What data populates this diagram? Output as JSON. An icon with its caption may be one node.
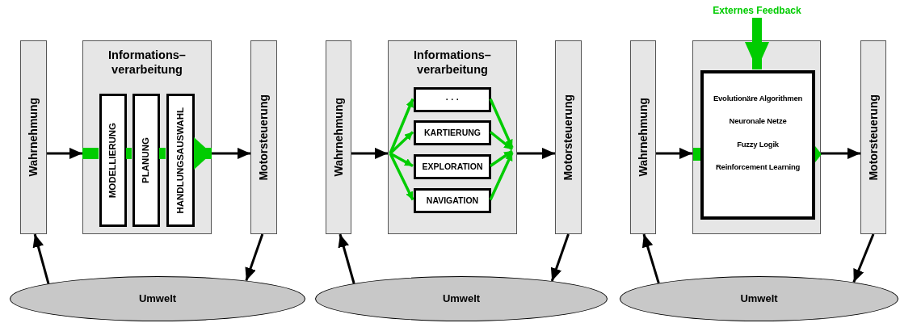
{
  "diagram": {
    "nodes": [
      {
        "text": [
          "Wahrnehmung"
        ]
      },
      {
        "text": [
          "Informations– verarbeitung"
        ]
      },
      {
        "text": [
          "MODELLIERUNG"
        ],
        "in": 1
      },
      {
        "text": [
          "PLANUNG"
        ],
        "in": 1
      },
      {
        "text": [
          "HANDLUNGSAUSWAHL"
        ],
        "in": 1
      },
      {
        "text": [
          "Motorsteuerung"
        ]
      },
      {
        "text": [
          "Umwelt"
        ]
      },
      {
        "text": [
          "Wahrnehmung"
        ]
      },
      {
        "text": [
          "Informations– verarbeitung"
        ]
      },
      {
        "text": [
          "· · ·"
        ],
        "in": 8
      },
      {
        "text": [
          "KARTIERUNG"
        ],
        "in": 8
      },
      {
        "text": [
          "EXPLORATION"
        ],
        "in": 8
      },
      {
        "text": [
          "NAVIGATION"
        ],
        "in": 8
      },
      {
        "text": [
          "Motorsteuerung"
        ]
      },
      {
        "text": [
          "Umwelt"
        ]
      },
      {
        "text": [
          "Externes Feedback"
        ]
      },
      {
        "text": [
          "Wahrnehmung"
        ]
      },
      {
        "text": [],
        "shape": "box"
      },
      {
        "text": [
          "Evolutionäre Algorithmen",
          "Neuronale Netze",
          "Fuzzy Logik",
          "Reinforcement Learning"
        ],
        "in": 17
      },
      {
        "text": [
          "Motorsteuerung"
        ]
      },
      {
        "text": [
          "Umwelt"
        ]
      }
    ],
    "edges": [
      {
        "from": 0,
        "to": 1,
        "arrow": "to",
        "color": "#000000"
      },
      {
        "from": 1,
        "to": 5,
        "arrow": "to",
        "color": "#000000"
      },
      {
        "from": 6,
        "to": 0,
        "arrow": "to",
        "color": "#000000"
      },
      {
        "from": 5,
        "to": 6,
        "arrow": "to",
        "color": "#000000"
      },
      {
        "from": 7,
        "to": 8,
        "arrow": "to",
        "color": "#000000"
      },
      {
        "from": 8,
        "to": 13,
        "arrow": "to",
        "color": "#000000"
      },
      {
        "from": 14,
        "to": 7,
        "arrow": "to",
        "color": "#000000"
      },
      {
        "from": 13,
        "to": 14,
        "arrow": "to",
        "color": "#000000"
      },
      {
        "from": null,
        "to": 9,
        "arrow": "to"
      },
      {
        "from": null,
        "to": 10,
        "arrow": "to"
      },
      {
        "from": null,
        "to": 11,
        "arrow": "to"
      },
      {
        "from": null,
        "to": 12,
        "arrow": "to"
      },
      {
        "from": 9,
        "to": null,
        "arrow": "to"
      },
      {
        "from": 10,
        "to": null,
        "arrow": "to"
      },
      {
        "from": 11,
        "to": null,
        "arrow": "to"
      },
      {
        "from": 12,
        "to": null,
        "arrow": "to"
      },
      {
        "from": 16,
        "to": 17,
        "arrow": "to",
        "color": "#000000"
      },
      {
        "from": 17,
        "to": 19,
        "arrow": "to",
        "color": "#000000"
      },
      {
        "from": 20,
        "to": 16,
        "arrow": "to",
        "color": "#000000"
      },
      {
        "from": 19,
        "to": 20,
        "arrow": "to",
        "color": "#000000"
      },
      {
        "from": 15,
        "to": 18,
        "arrow": "to",
        "style": "thick"
      },
      {
        "from": 1,
        "to": 2,
        "arrow": "none",
        "style": "thick"
      },
      {
        "from": 2,
        "to": 3,
        "arrow": "none",
        "style": "thick"
      },
      {
        "from": 3,
        "to": 4,
        "arrow": "none",
        "style": "thick"
      },
      {
        "from": 4,
        "to": 1,
        "arrow": "to",
        "style": "thick"
      }
    ]
  }
}
